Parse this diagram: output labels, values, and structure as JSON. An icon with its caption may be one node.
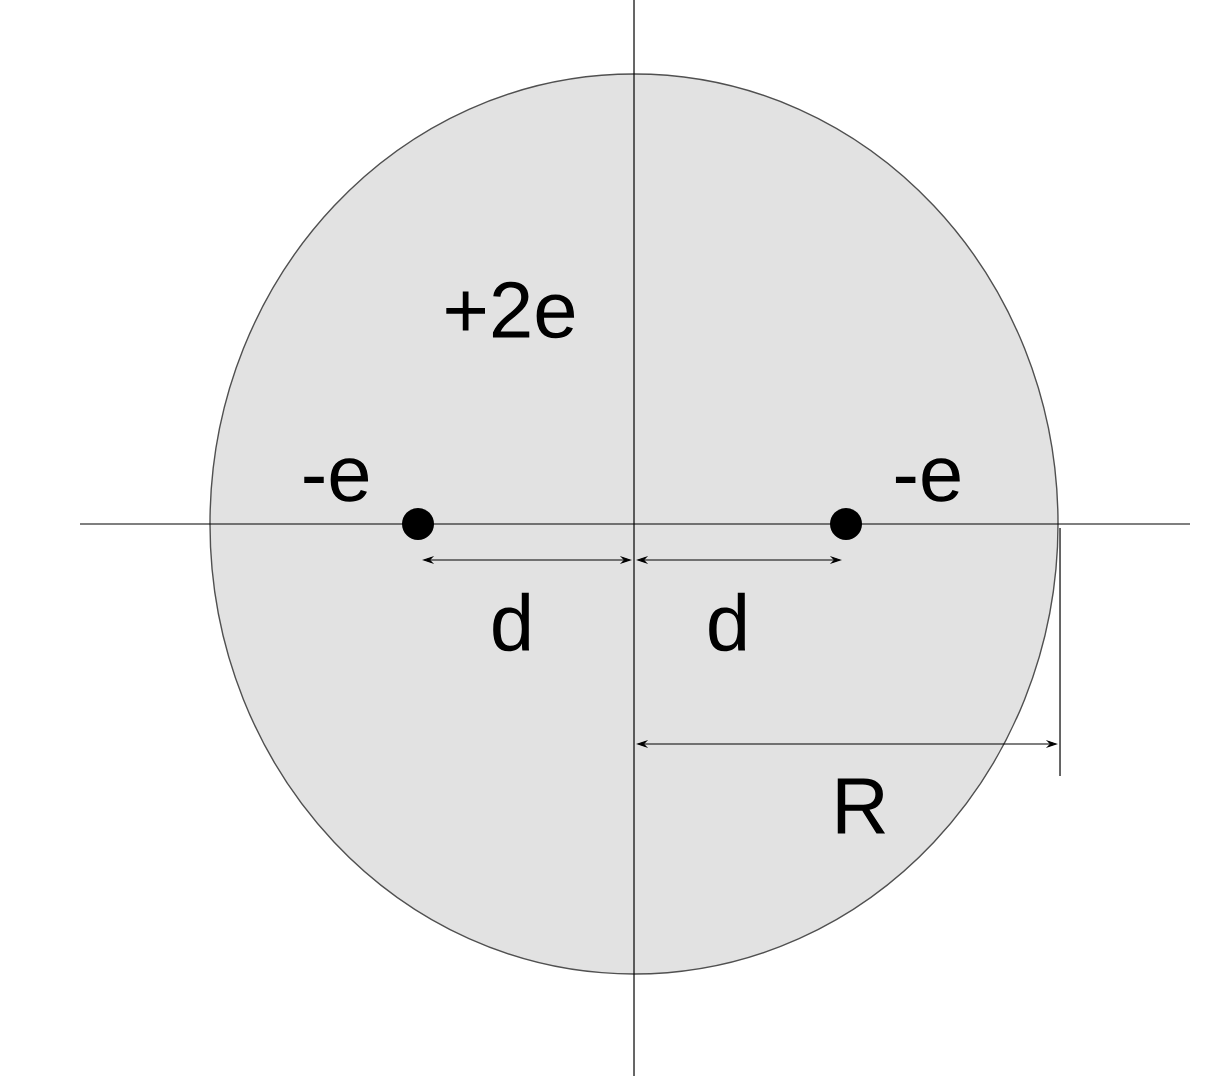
{
  "diagram": {
    "nodes": [
      {
        "text": [
          "+2e"
        ]
      },
      {
        "text": [],
        "shape": "circle",
        "beside": [
          "-e"
        ],
        "in": 0
      },
      {
        "text": [],
        "shape": "circle",
        "beside": [
          "-e"
        ],
        "in": 0
      }
    ],
    "labels": [
      "d",
      "d",
      "R"
    ]
  }
}
